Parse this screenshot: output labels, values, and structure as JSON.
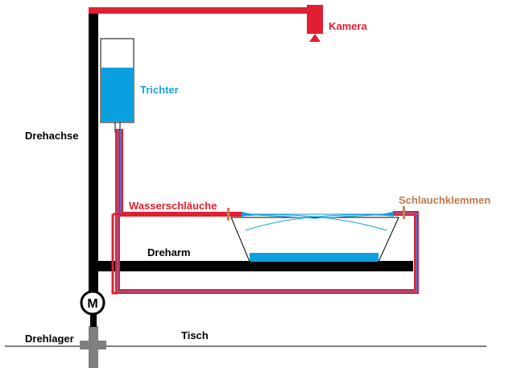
{
  "labels": {
    "camera": "Kamera",
    "funnel": "Trichter",
    "axis": "Drehachse",
    "hoses": "Wasserschläuche",
    "clamps": "Schlauchklemmen",
    "arm": "Dreharm",
    "bearing": "Drehlager",
    "table": "Tisch",
    "motor": "M"
  },
  "colors": {
    "frame": "#000000",
    "camera": "#e02030",
    "water": "#0aa0e0",
    "hose_red": "#e02030",
    "hose_blue": "#5070c0",
    "clamp": "#c88050",
    "bearing": "#7f7f7f",
    "funnel_label": "#1ba1e2",
    "clamp_label": "#c0784a"
  }
}
